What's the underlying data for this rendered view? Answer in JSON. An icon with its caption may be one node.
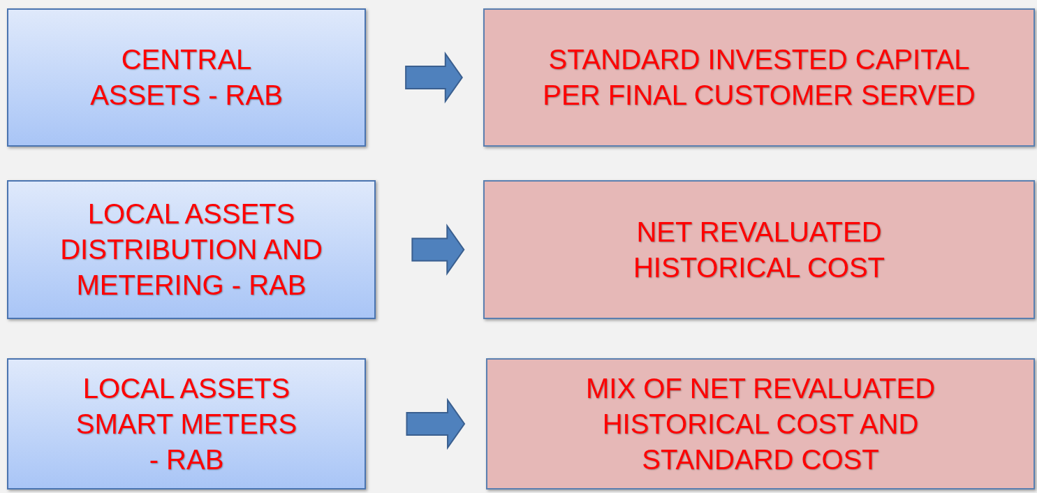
{
  "diagram": {
    "nodes": [
      {
        "text": [
          "CENTRAL ASSETS - RAB"
        ]
      },
      {
        "text": [
          "STANDARD INVESTED CAPITAL PER FINAL CUSTOMER SERVED"
        ]
      },
      {
        "text": [
          "LOCAL ASSETS DISTRIBUTION AND METERING - RAB"
        ]
      },
      {
        "text": [
          "NET REVALUATED HISTORICAL COST"
        ]
      },
      {
        "text": [
          "LOCAL ASSETS SMART METERS - RAB"
        ]
      },
      {
        "text": [
          "MIX OF NET REVALUATED HISTORICAL COST AND STANDARD COST"
        ]
      }
    ],
    "edges": [
      {
        "from": 0,
        "to": 1,
        "arrow": "to"
      },
      {
        "from": 2,
        "to": 3,
        "arrow": "to"
      },
      {
        "from": 4,
        "to": 5,
        "arrow": "to"
      }
    ]
  }
}
